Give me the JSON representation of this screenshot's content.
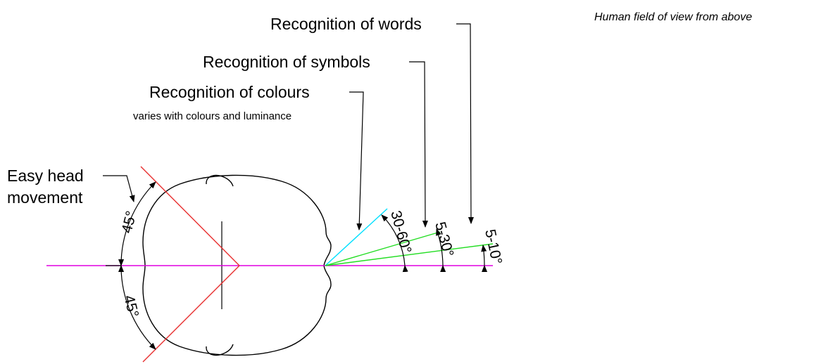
{
  "caption": "Human field of view from above",
  "labels": {
    "words": "Recognition of words",
    "symbols": "Recognition of symbols",
    "colours": "Recognition of colours",
    "colours_note": "varies with colours and luminance",
    "head_line1": "Easy head",
    "head_line2": "movement"
  },
  "angles": {
    "head_upper": "45°",
    "head_lower": "45°",
    "colours": "30-60°",
    "symbols": "5-30°",
    "words": "5-10°"
  },
  "colors": {
    "axis": "#e000e0",
    "head_limits": "#e83030",
    "colours_ray": "#00e0ff",
    "symbol_rays": "#22dd22",
    "outline": "#000000"
  }
}
